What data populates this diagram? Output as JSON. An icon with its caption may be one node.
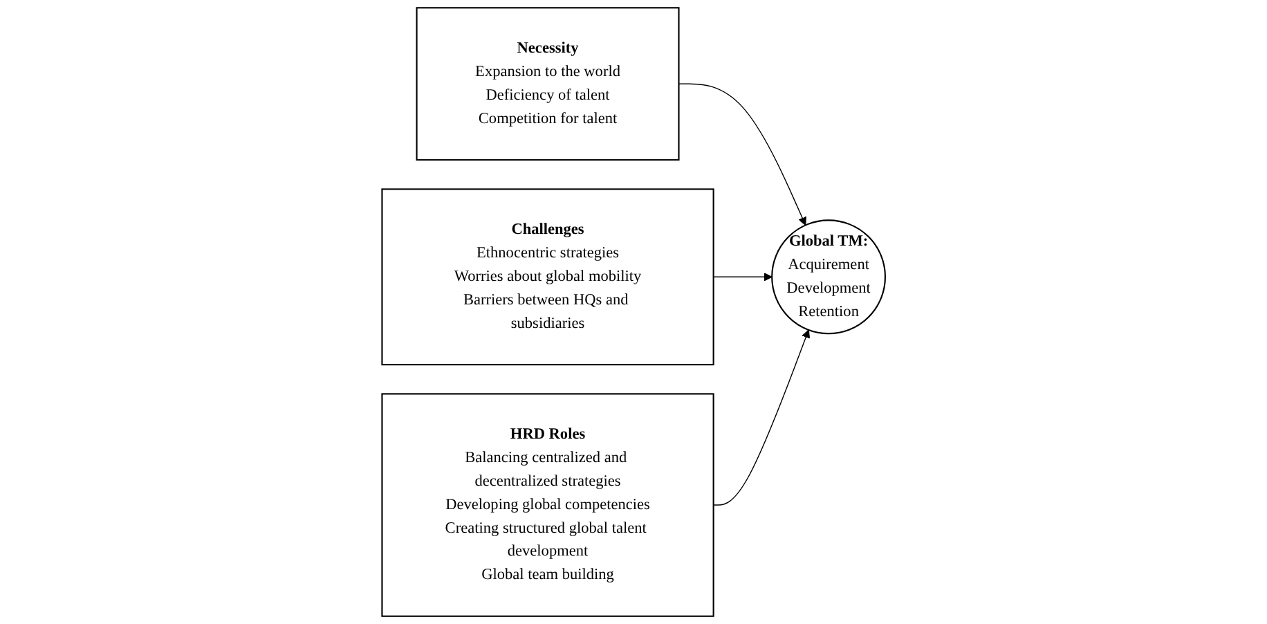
{
  "diagram": {
    "nodes": [
      {
        "text": [
          "Necessity",
          "Expansion to the world",
          "Deficiency of talent",
          "Competition for talent"
        ]
      },
      {
        "text": [
          "Challenges",
          "Ethnocentric strategies",
          "Worries about global mobility",
          "Barriers between HQs and subsidiaries"
        ]
      },
      {
        "text": [
          "Global TM:",
          "Acquirement",
          "Development",
          "Retention"
        ]
      },
      {
        "text": [
          "HRD Roles",
          "Balancing centralized and decentralized strategies",
          "Developing global competencies",
          "Creating structured global talent development",
          "Global team building"
        ]
      }
    ],
    "edges": [
      {
        "from": 0,
        "to": 2,
        "arrow": "to"
      },
      {
        "from": 1,
        "to": 2,
        "arrow": "to"
      },
      {
        "from": 3,
        "to": 2,
        "arrow": "to"
      }
    ]
  }
}
